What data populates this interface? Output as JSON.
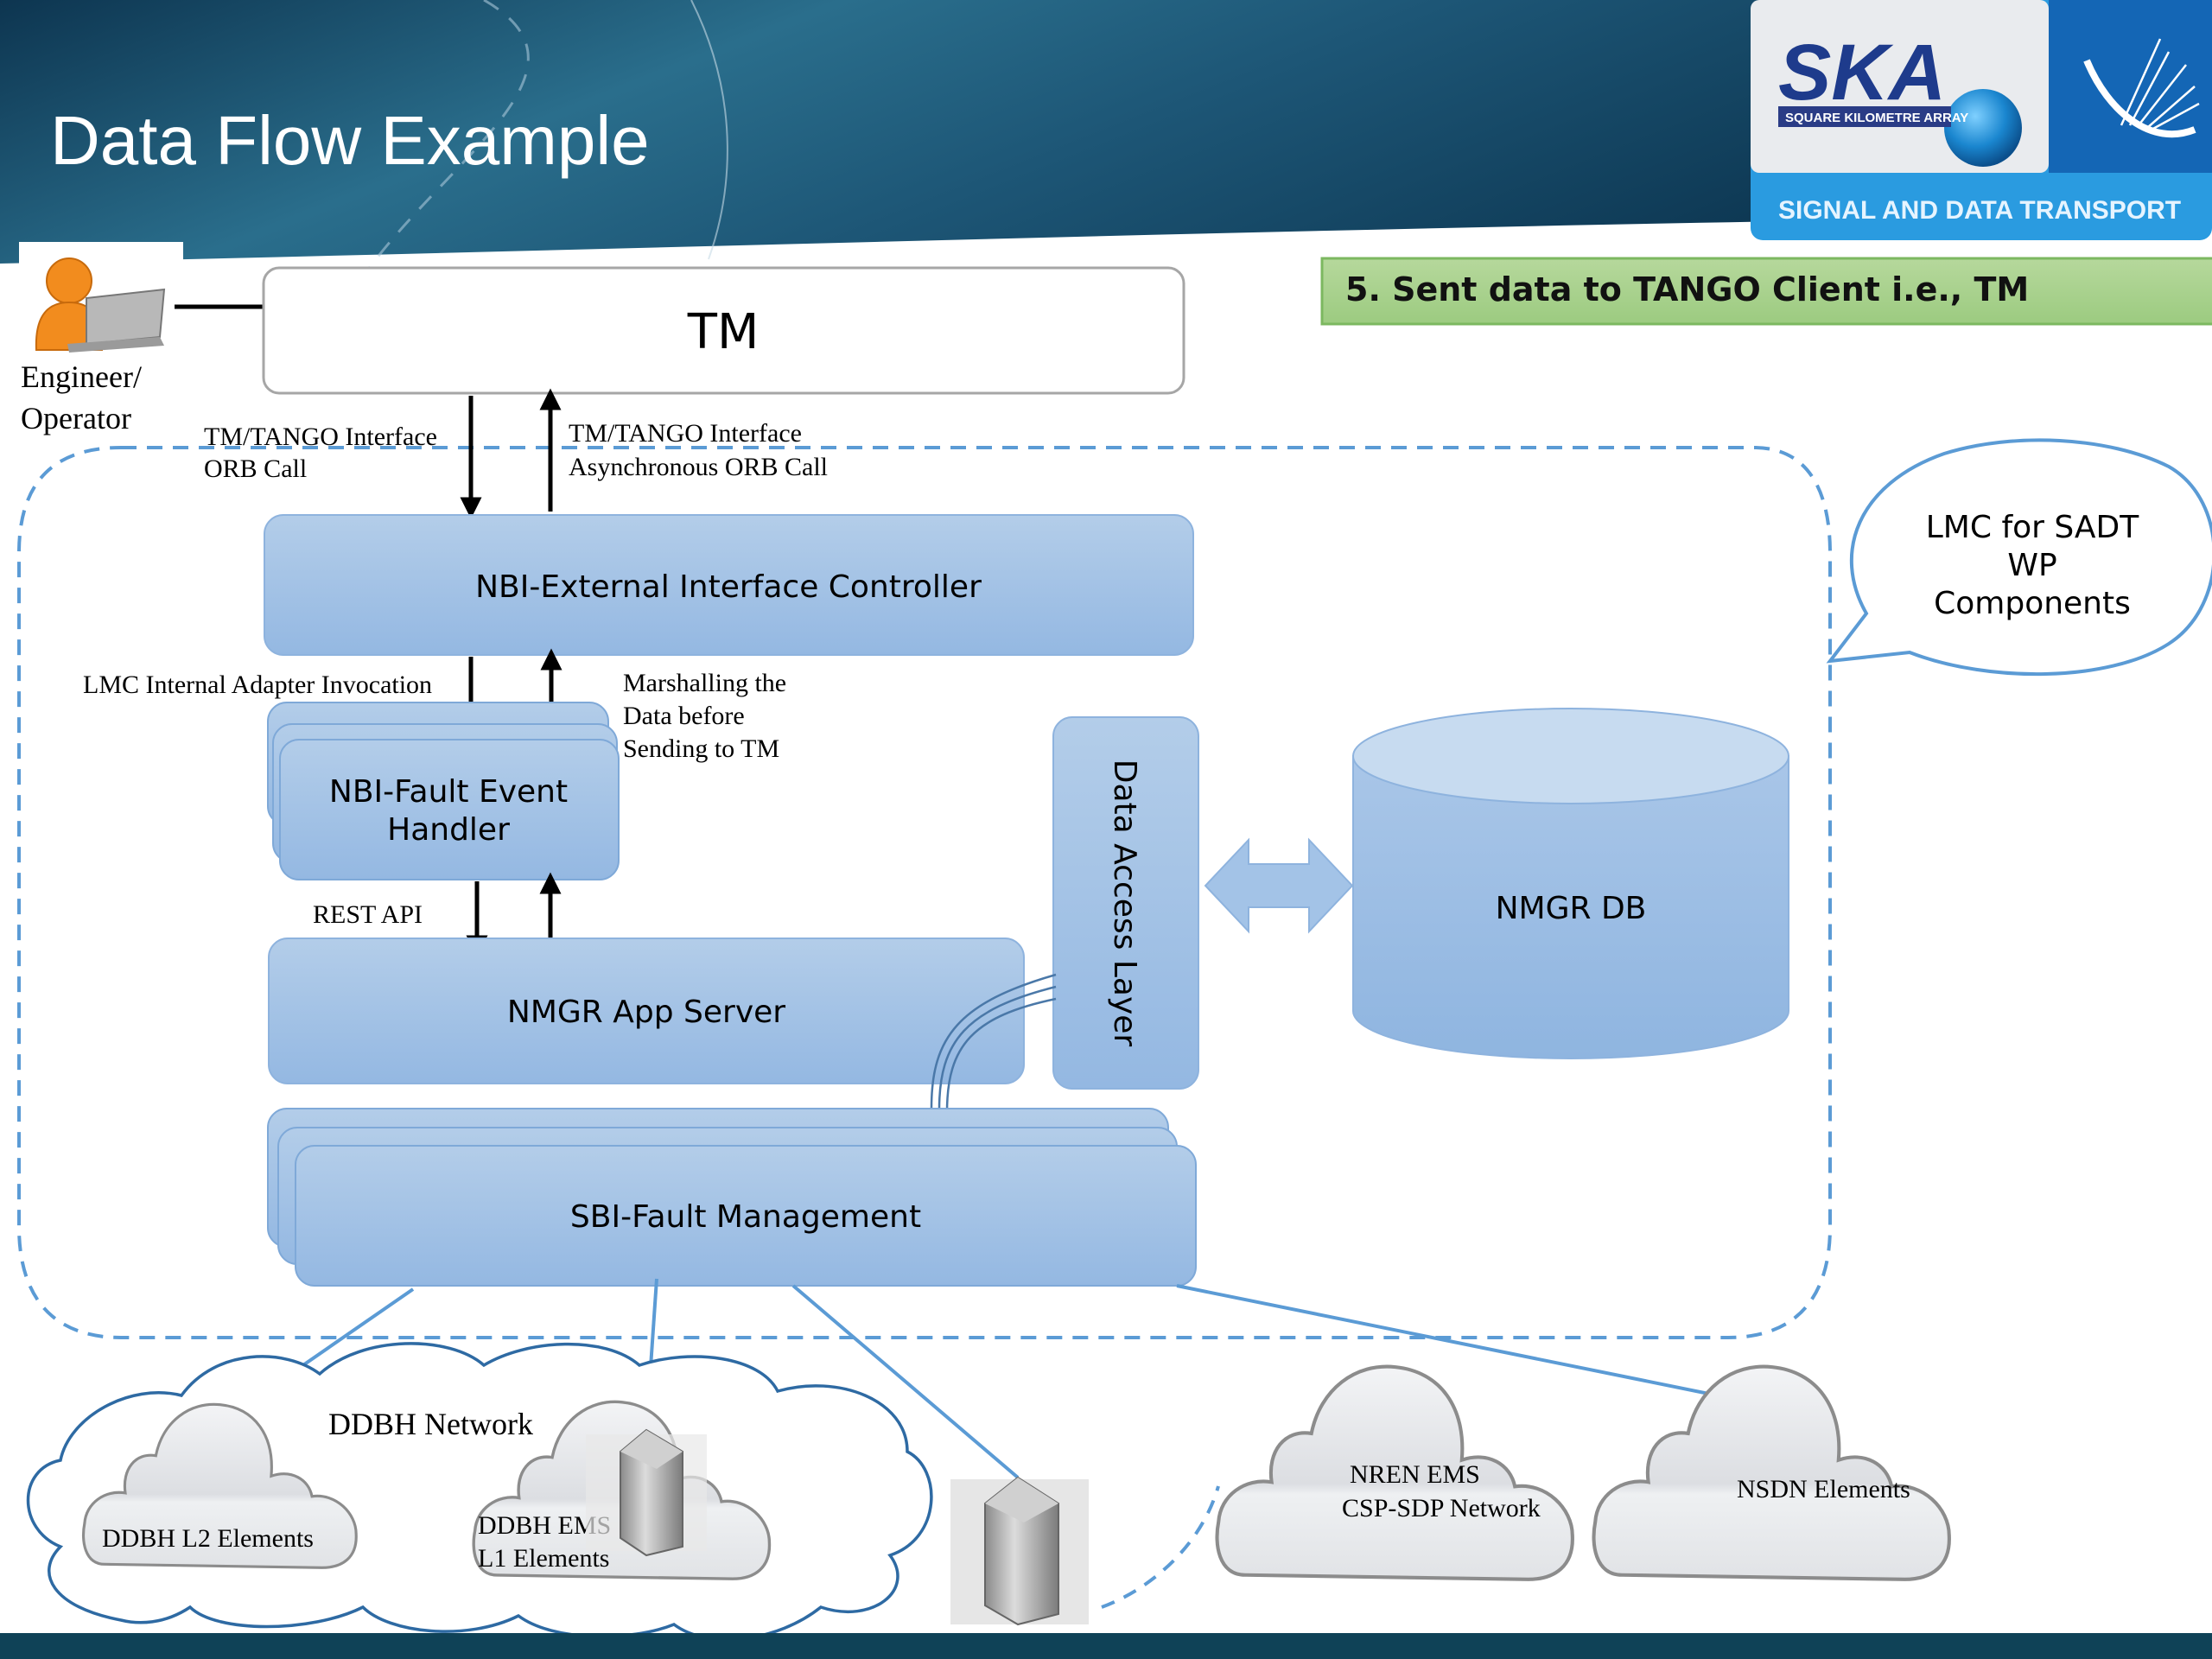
{
  "slide": {
    "title": "Data Flow Example",
    "logo": {
      "brand": "SKA",
      "tagline": "SQUARE KILOMETRE ARRAY",
      "subtitle": "SIGNAL AND DATA TRANSPORT"
    },
    "callout": "5. Sent data to TANGO Client i.e., TM",
    "speech_bubble": [
      "LMC for SADT",
      "WP",
      "Components"
    ]
  },
  "actors": {
    "operator": [
      "Engineer/",
      "Operator"
    ]
  },
  "blocks": {
    "tm": "TM",
    "nbi_eic": "NBI-External Interface Controller",
    "nbi_feh": [
      "NBI-Fault Event",
      "Handler"
    ],
    "nmgr_app": "NMGR App Server",
    "dal": "Data Access Layer",
    "nmgr_db": "NMGR DB",
    "sbi_fm": "SBI-Fault Management"
  },
  "labels": {
    "tm_orb_call": [
      "TM/TANGO Interface",
      "ORB Call"
    ],
    "tm_async_call": [
      "TM/TANGO Interface",
      "Asynchronous ORB Call"
    ],
    "lmc_adapter": "LMC Internal Adapter Invocation",
    "marshalling": [
      "Marshalling the",
      "Data before",
      "Sending to TM"
    ],
    "rest_api": "REST API"
  },
  "networks": {
    "ddbh_network": "DDBH Network",
    "ddbh_l2": "DDBH L2 Elements",
    "ddbh_ems": [
      "DDBH EMS",
      "L1 Elements"
    ],
    "nren": [
      "NREN EMS",
      "CSP-SDP Network"
    ],
    "nsdn": "NSDN Elements"
  },
  "colors": {
    "box_fill_top": "#b3cde9",
    "box_fill_bottom": "#94b8e2",
    "box_stroke": "#7fa9d8",
    "dash_line": "#5b9bd5",
    "link_line": "#5b9bd5",
    "callout_fill": "#a9d18e",
    "header_dark": "#0f3b55",
    "logo_blue": "#1d7fc8"
  }
}
